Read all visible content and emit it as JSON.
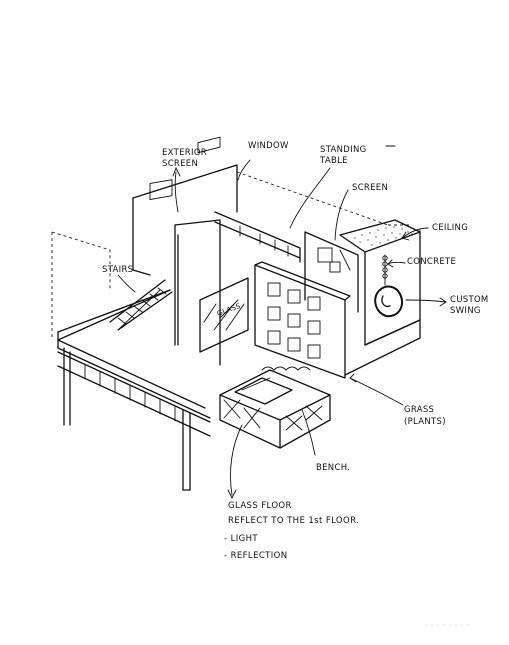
{
  "labels": {
    "exterior_screen": [
      "EXTERIOR",
      "SCREEN"
    ],
    "window": "WINDOW",
    "standing_table": [
      "STANDING",
      "TABLE"
    ],
    "screen": "SCREEN",
    "ceiling": "CEILING",
    "concrete": "CONCRETE",
    "custom_swing": [
      "CUSTOM",
      "SWING"
    ],
    "stairs": "STAIRS",
    "glass": "GLASS",
    "grass": [
      "GRASS",
      "(PLANTS)"
    ],
    "bench": "BENCH."
  },
  "notes": {
    "line1": "GLASS FLOOR",
    "line2": "REFLECT TO THE 1st FLOOR.",
    "bullet1": "- LIGHT",
    "bullet2": "- REFLECTION"
  }
}
